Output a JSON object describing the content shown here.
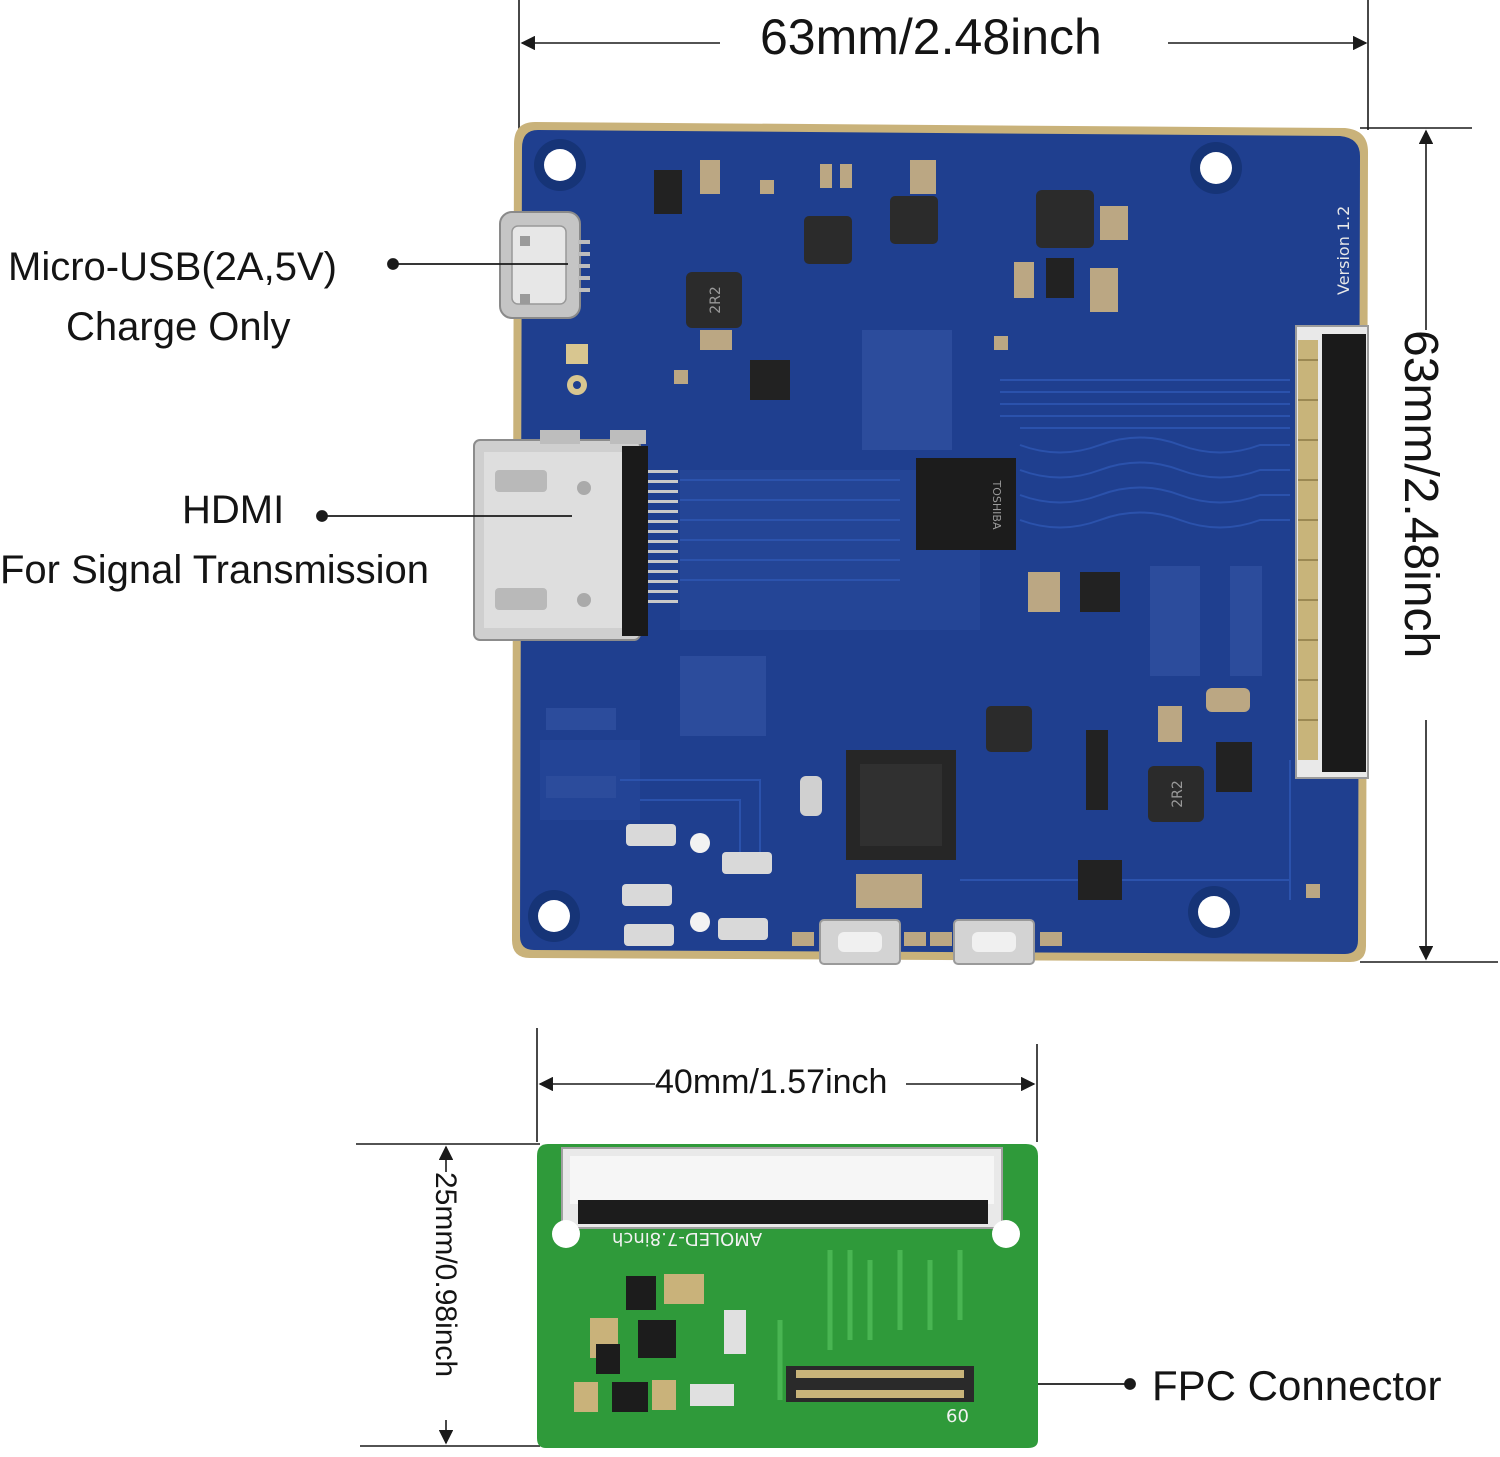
{
  "dimensions": {
    "main_width": "63mm/2.48inch",
    "main_height": "63mm/2.48inch",
    "adapter_width": "40mm/1.57inch",
    "adapter_height": "25mm/0.98inch"
  },
  "callouts": {
    "usb_line1": "Micro-USB(2A,5V)",
    "usb_line2": "Charge Only",
    "hdmi_line1": "HDMI",
    "hdmi_line2": "For Signal Transmission",
    "fpc": "FPC Connector"
  },
  "silkscreen": {
    "version": "Version 1.2",
    "adapter_label": "AMOLED-7.8inch",
    "pin_count": "60",
    "chip_toshiba": "TOSHIBA",
    "inductor": "2R2"
  },
  "colors": {
    "main_pcb": "#1f3f8f",
    "adapter_pcb": "#2f9a3a",
    "gold_edge": "#c9b27a"
  }
}
